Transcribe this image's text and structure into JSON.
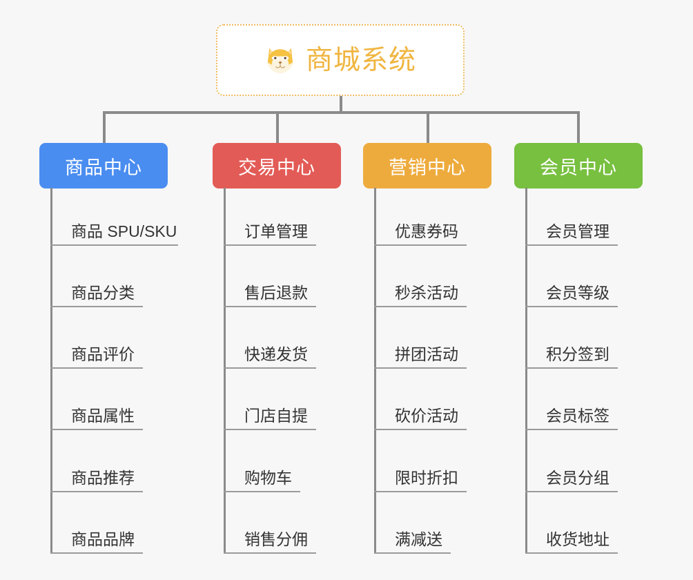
{
  "page": {
    "background_color": "#f7f7f7",
    "type": "organization-chart"
  },
  "root": {
    "title": "商城系统",
    "icon": "shiba-dog-face-emoji",
    "text_color": "#f0b540",
    "border_color": "#eeb95c",
    "background_color": "#ffffff"
  },
  "columns": [
    {
      "id": "product-center",
      "label": "商品中心",
      "color": "#4a8df0",
      "items": [
        "商品 SPU/SKU",
        "商品分类",
        "商品评价",
        "商品属性",
        "商品推荐",
        "商品品牌"
      ]
    },
    {
      "id": "trade-center",
      "label": "交易中心",
      "color": "#e35b56",
      "items": [
        "订单管理",
        "售后退款",
        "快递发货",
        "门店自提",
        "购物车",
        "销售分佣"
      ]
    },
    {
      "id": "marketing-center",
      "label": "营销中心",
      "color": "#eeab3d",
      "items": [
        "优惠券码",
        "秒杀活动",
        "拼团活动",
        "砍价活动",
        "限时折扣",
        "满减送"
      ]
    },
    {
      "id": "member-center",
      "label": "会员中心",
      "color": "#78c040",
      "items": [
        "会员管理",
        "会员等级",
        "积分签到",
        "会员标签",
        "会员分组",
        "收货地址"
      ]
    }
  ],
  "connector": {
    "color": "#8a8a8a",
    "rule_color": "#9a9a9a"
  }
}
